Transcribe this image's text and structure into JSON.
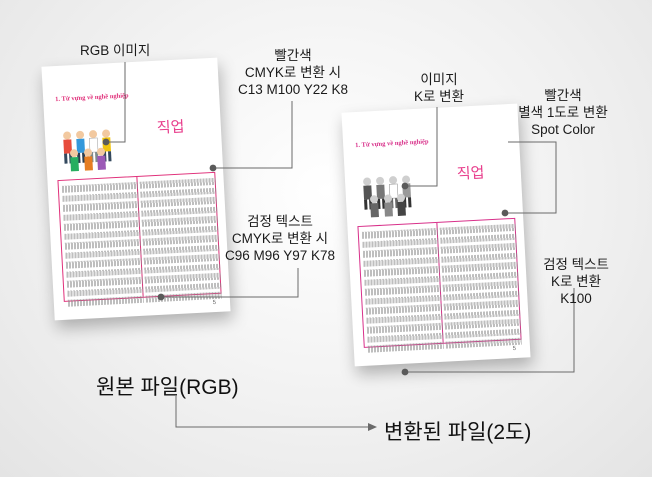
{
  "labels": {
    "rgb_image": "RGB 이미지",
    "red_cmyk_1": "빨간색",
    "red_cmyk_2": "CMYK로 변환 시",
    "red_cmyk_3": "C13 M100 Y22 K8",
    "black_cmyk_1": "검정 텍스트",
    "black_cmyk_2": "CMYK로 변환 시",
    "black_cmyk_3": "C96 M96 Y97 K78",
    "image_k_1": "이미지",
    "image_k_2": "K로 변환",
    "red_spot_1": "빨간색",
    "red_spot_2": "별색 1도로 변환",
    "red_spot_3": "Spot Color",
    "black_k_1": "검정 텍스트",
    "black_k_2": "K로 변환",
    "black_k_3": "K100"
  },
  "captions": {
    "original": "원본 파일(RGB)",
    "converted": "변환된 파일(2도)"
  },
  "page_original": {
    "heading": "1. Từ vựng về nghề nghiệp",
    "title": "직업",
    "page_number": "5"
  },
  "page_converted": {
    "heading": "1. Từ vựng về nghề nghiệp",
    "title": "직업",
    "page_number": "5"
  },
  "colors": {
    "accent": "#e0307a",
    "accent_spot": "#d8308a"
  }
}
